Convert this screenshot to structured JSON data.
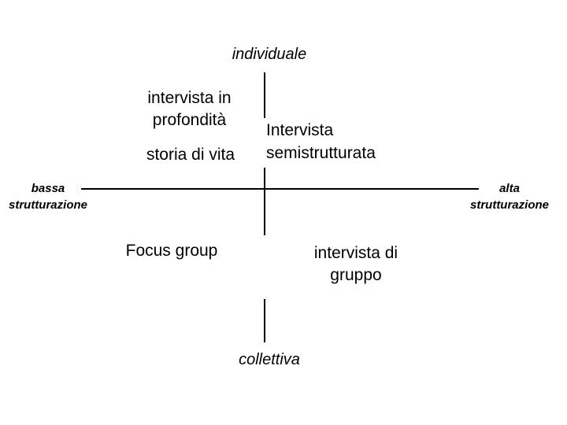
{
  "diagram": {
    "axes": {
      "vertical": {
        "top_label": "individuale",
        "bottom_label": "collettiva"
      },
      "horizontal": {
        "left_label_line1": "bassa",
        "left_label_line2": "strutturazione",
        "right_label_line1": "alta",
        "right_label_line2": "strutturazione"
      }
    },
    "quadrants": {
      "top_left": {
        "item1_line1": "intervista in",
        "item1_line2": "profondità",
        "item2": "storia di vita"
      },
      "top_right": {
        "line1": "Intervista",
        "line2": "semistrutturata"
      },
      "bottom_left": {
        "label": "Focus group"
      },
      "bottom_right": {
        "line1": "intervista di",
        "line2": "gruppo"
      }
    },
    "colors": {
      "background": "#ffffff",
      "text": "#000000",
      "axis_line": "#000000"
    }
  }
}
